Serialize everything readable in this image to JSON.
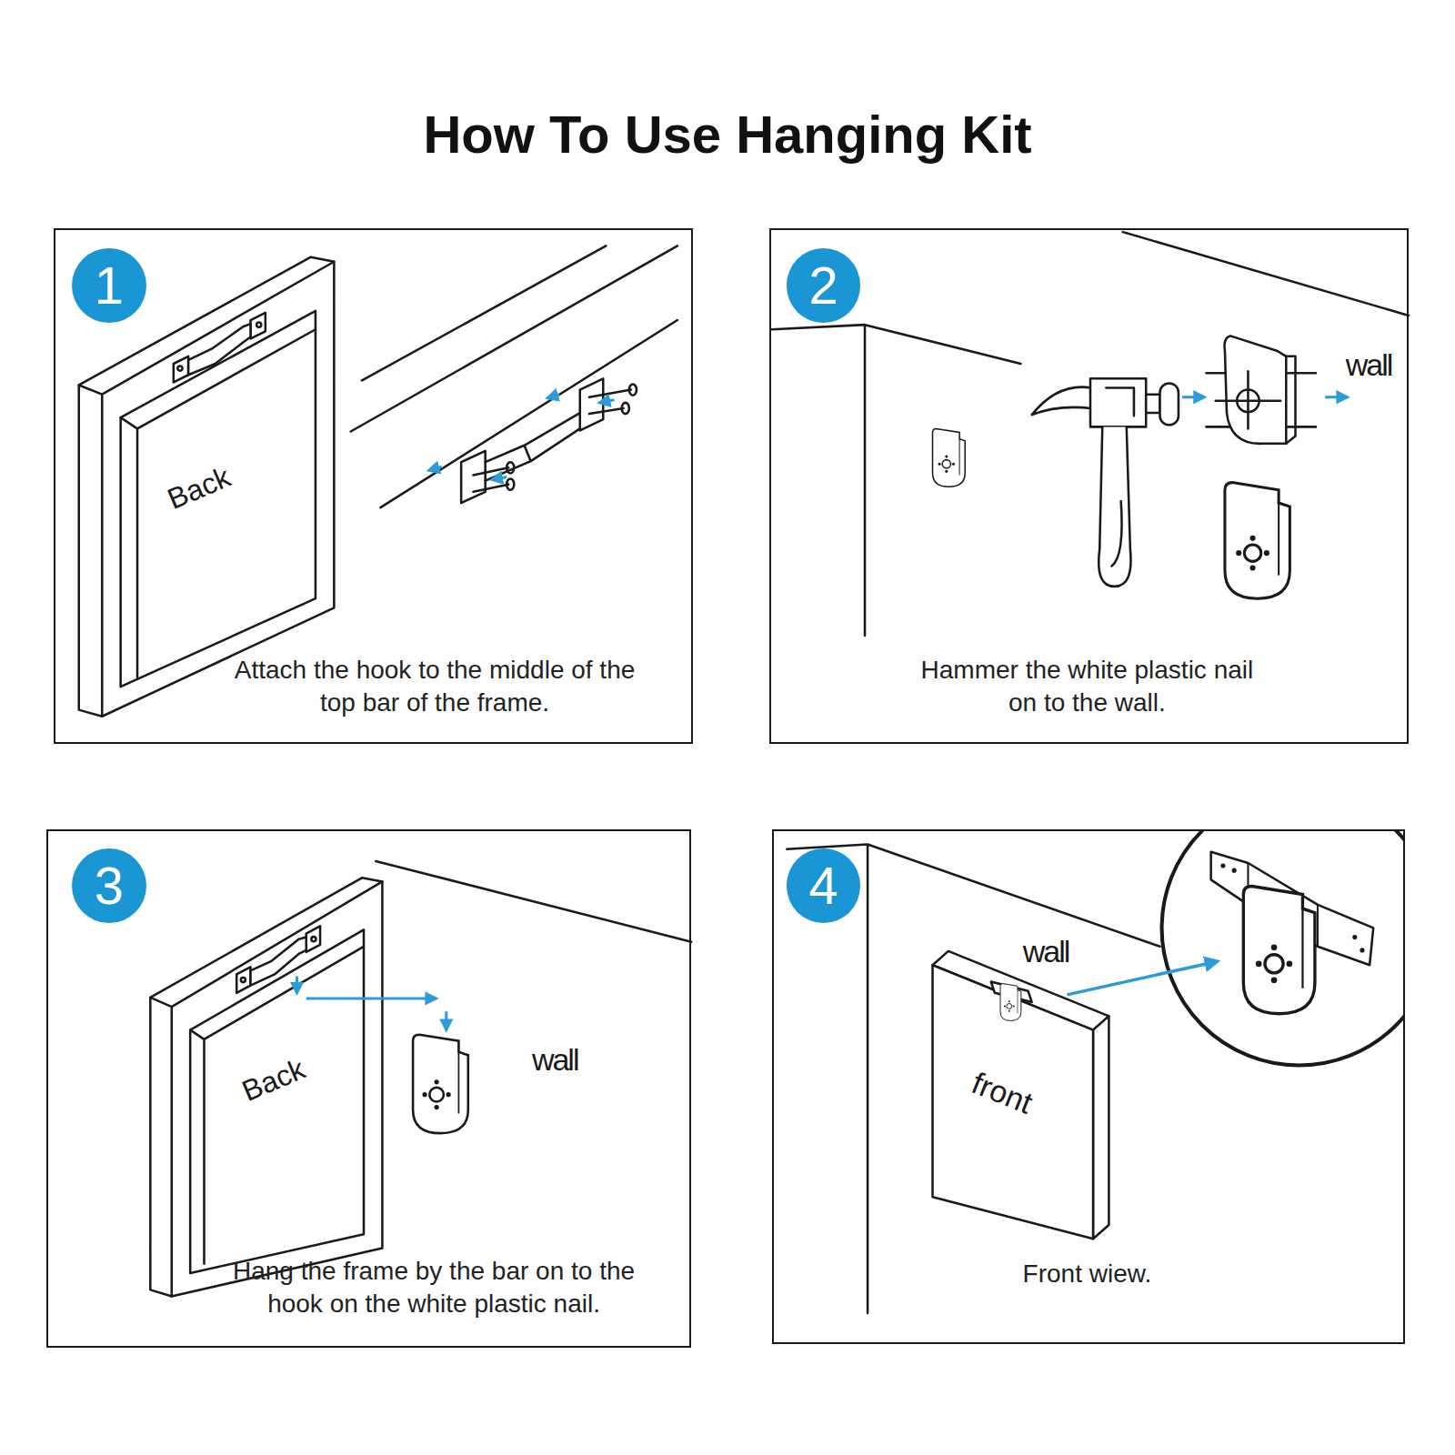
{
  "diagram": {
    "title": "How To Use Hanging Kit",
    "nodes": [
      {
        "text": [
          "Attach the hook to the middle of the top bar of the frame."
        ]
      },
      {
        "text": [
          "1"
        ],
        "in": 0
      },
      {
        "text": [
          "Back"
        ],
        "in": 0
      },
      {
        "text": [
          "Hammer the white plastic nail on to the wall."
        ]
      },
      {
        "text": [
          "2"
        ],
        "in": 3
      },
      {
        "text": [
          "Hang the frame by the bar on to the hook on the white plastic nail."
        ]
      },
      {
        "text": [
          "3"
        ],
        "in": 5
      },
      {
        "text": [
          "Back"
        ],
        "in": 5
      },
      {
        "text": [
          "Front wiew."
        ]
      },
      {
        "text": [
          "4"
        ],
        "in": 8
      },
      {
        "text": [
          "front"
        ],
        "in": 8
      }
    ],
    "labels": [
      "wall",
      "wall",
      "wall"
    ]
  }
}
